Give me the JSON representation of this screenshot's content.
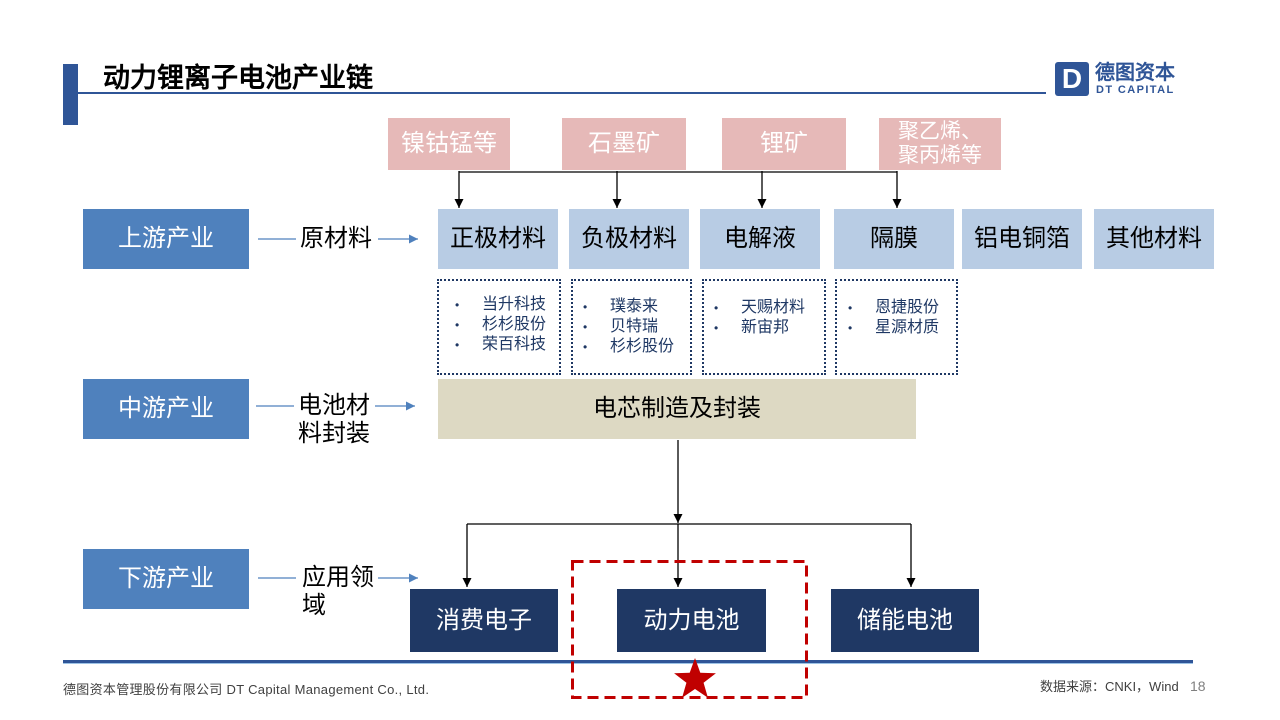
{
  "header": {
    "title": "动力锂离子电池产业链",
    "logo": {
      "mark": "D",
      "name_cn": "德图资本",
      "name_en": "DT CAPITAL"
    }
  },
  "raw_sources": [
    {
      "lines": [
        "镍钴锰等"
      ]
    },
    {
      "lines": [
        "石墨矿"
      ]
    },
    {
      "lines": [
        "锂矿"
      ]
    },
    {
      "lines": [
        "聚乙烯、",
        "聚丙烯等"
      ]
    }
  ],
  "stages": {
    "upstream": {
      "label": "上游产业",
      "descriptor": [
        "原材料"
      ]
    },
    "midstream": {
      "label": "中游产业",
      "descriptor": [
        "电池材",
        "料封装"
      ]
    },
    "downstream": {
      "label": "下游产业",
      "descriptor": [
        "应用领",
        "域"
      ]
    }
  },
  "materials": [
    "正极材料",
    "负极材料",
    "电解液",
    "隔膜",
    "铝电铜箔",
    "其他材料"
  ],
  "list_marker": "•",
  "suppliers": [
    [
      "当升科技",
      "杉杉股份",
      "荣百科技"
    ],
    [
      "璞泰来",
      "贝特瑞",
      "杉杉股份"
    ],
    [
      "天赐材料",
      "新宙邦"
    ],
    [
      "恩捷股份",
      "星源材质"
    ]
  ],
  "process": "电芯制造及封装",
  "applications": [
    "消费电子",
    "动力电池",
    "储能电池"
  ],
  "highlight": {
    "icon": "star-icon"
  },
  "footer": {
    "company": "德图资本管理股份有限公司 DT Capital Management Co., Ltd.",
    "source": "数据来源：CNKI，Wind",
    "page": "18"
  },
  "colors": {
    "brand_blue": "#2F5597",
    "stage_blue": "#4F81BD",
    "raw_pink": "#E6B9B8",
    "material_blue": "#B8CCE4",
    "process_beige": "#DDD9C3",
    "application_navy": "#1F3864",
    "connector_black": "#000000",
    "highlight_red": "#C00000"
  }
}
